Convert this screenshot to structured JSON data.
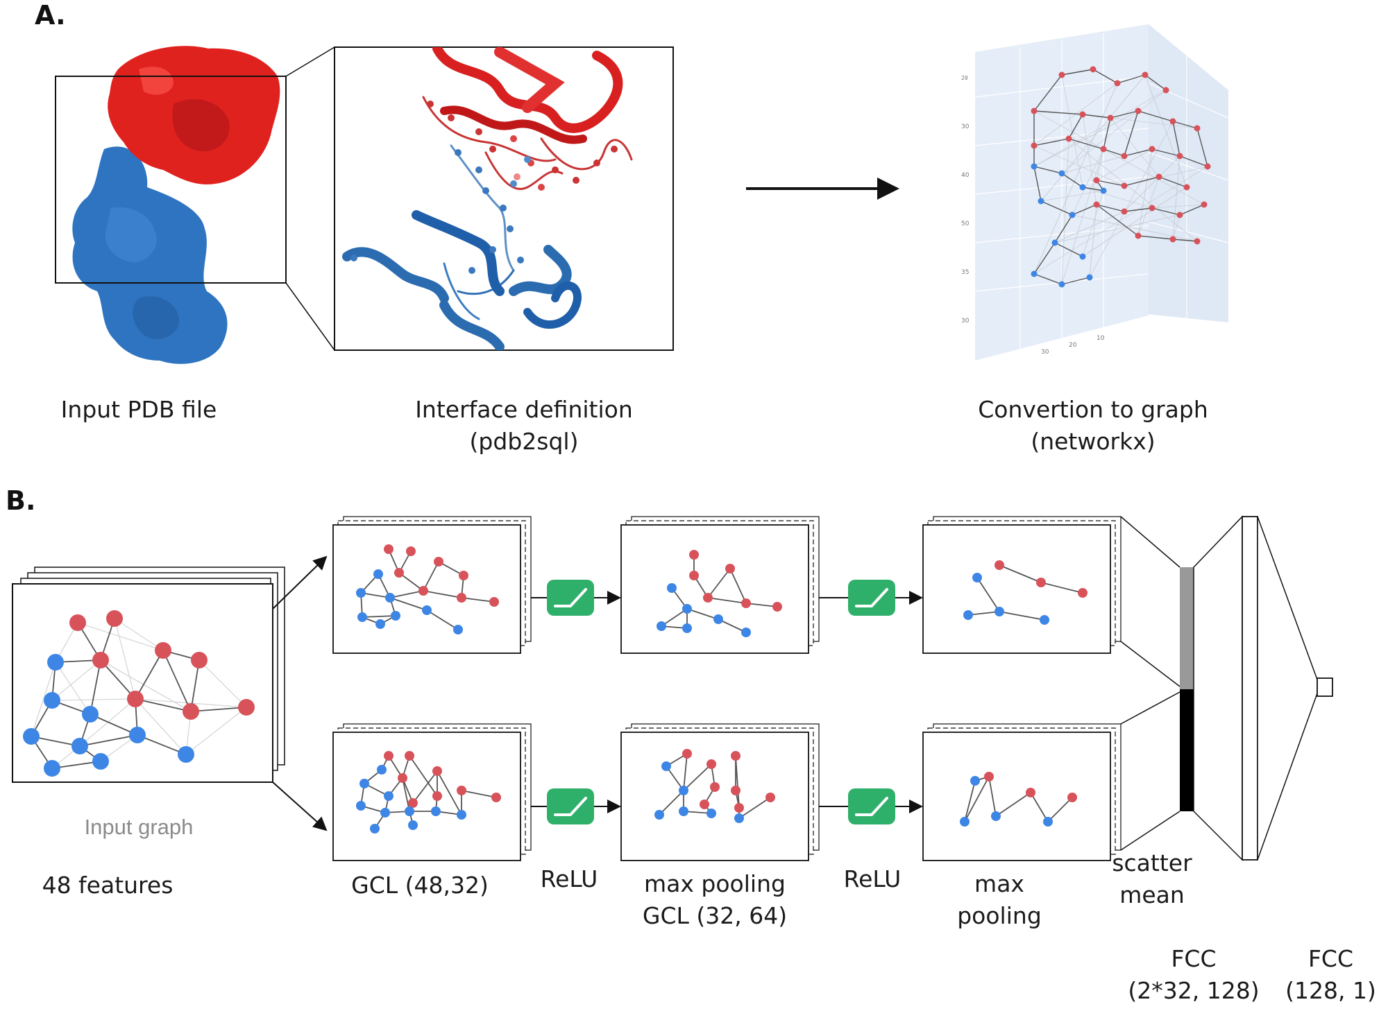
{
  "panels": {
    "a": "A.",
    "b": "B."
  },
  "part_a": {
    "input_pdb": "Input PDB file",
    "interface": "Interface definition\n(pdb2sql)",
    "conversion": "Convertion to graph\n(networkx)"
  },
  "part_b": {
    "input_graph": "Input graph",
    "features": "48 features",
    "gcl1": "GCL (48,32)",
    "relu1": "ReLU",
    "pool_gcl2": "max pooling\nGCL (32, 64)",
    "relu2": "ReLU",
    "max_pool": "max\npooling",
    "scatter": "scatter\nmean",
    "fcc1": "FCC\n(2*32, 128)",
    "fcc2": "FCC\n(128, 1)"
  },
  "colors": {
    "node_red": "#d8525a",
    "node_blue": "#3d86e6",
    "protein_red": "#e0221f",
    "protein_blue": "#2f74c0",
    "relu_green": "#2fb06a",
    "plot_bg": "#dfe8f5"
  }
}
